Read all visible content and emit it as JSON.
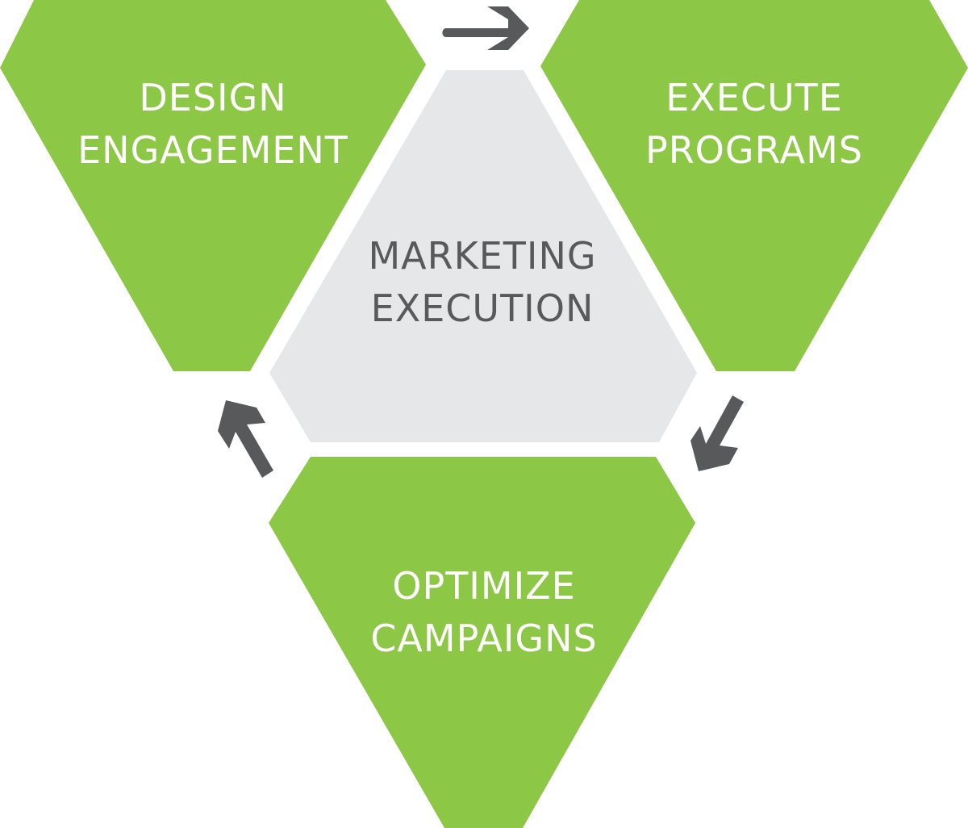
{
  "diagram": {
    "center": {
      "line1": "MARKETING",
      "line2": "EXECUTION"
    },
    "stages": [
      {
        "line1": "DESIGN",
        "line2": "ENGAGEMENT"
      },
      {
        "line1": "EXECUTE",
        "line2": "PROGRAMS"
      },
      {
        "line1": "OPTIMIZE",
        "line2": "CAMPAIGNS"
      }
    ],
    "colors": {
      "stage_fill": "#8dc746",
      "center_fill": "#e6e7e8",
      "stage_text": "#ffffff",
      "center_text": "#58595b",
      "arrow": "#58595b"
    }
  }
}
